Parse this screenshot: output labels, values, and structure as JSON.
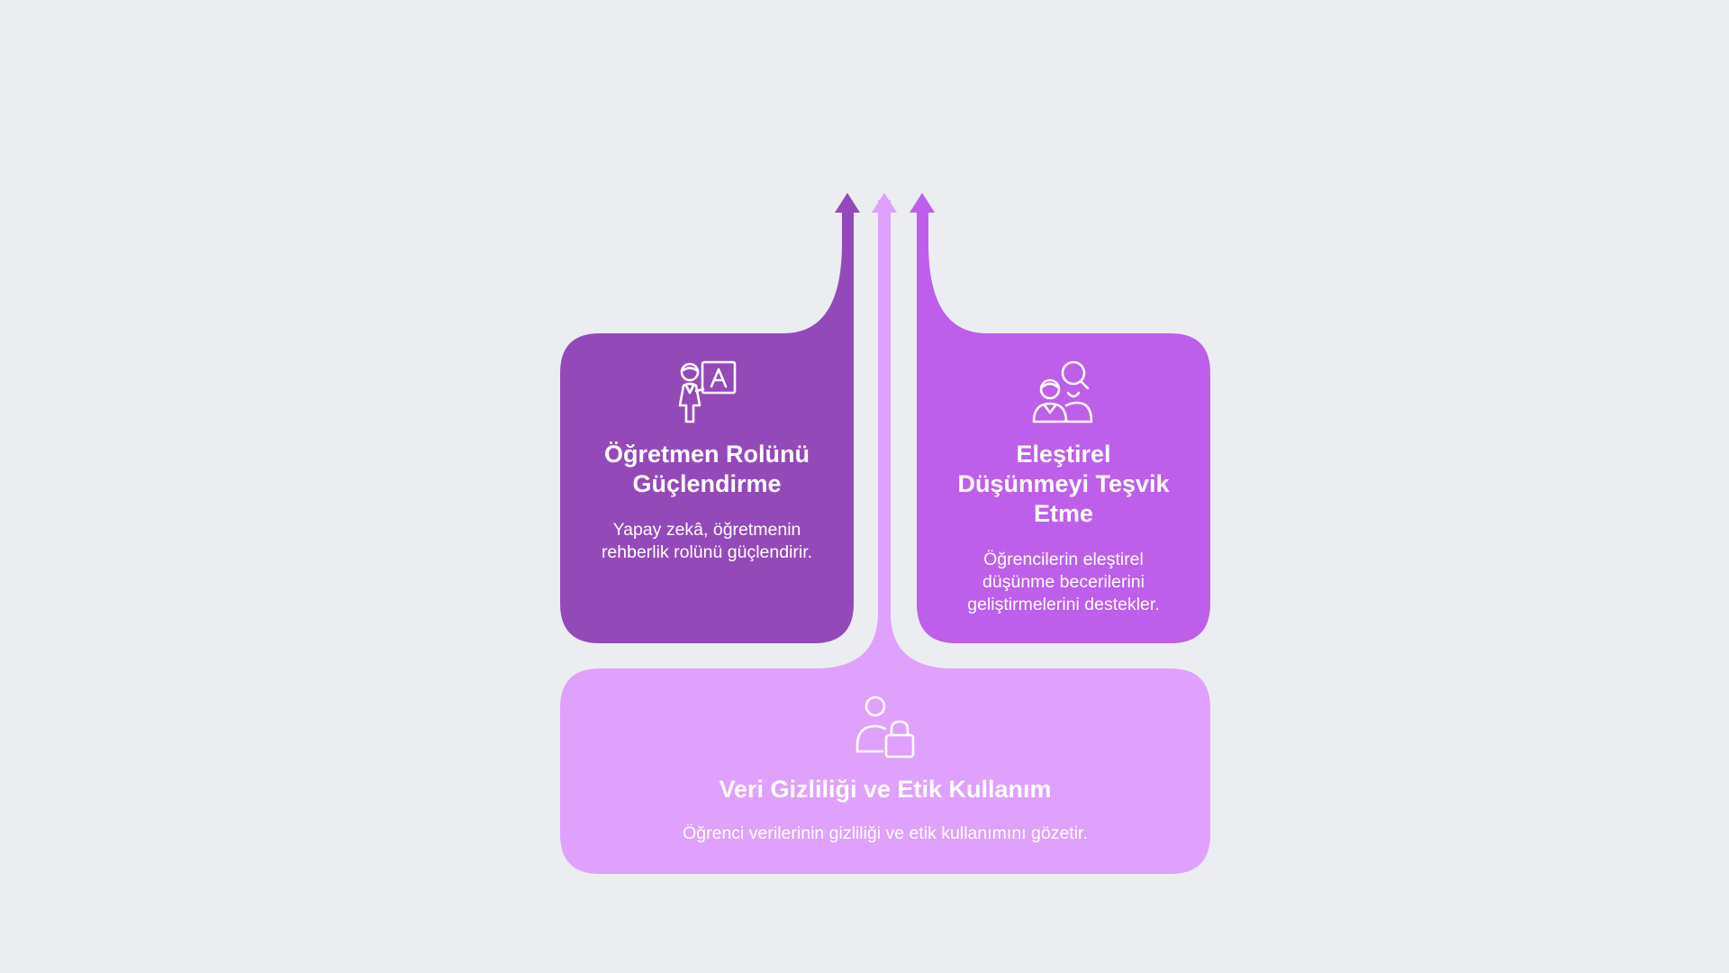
{
  "colors": {
    "background": "#ecedf1",
    "teacher": "#9449b9",
    "critical": "#bd5fea",
    "privacy": "#dfa1fb",
    "text": "#ffffff"
  },
  "cards": {
    "teacher": {
      "icon": "teacher-board-icon",
      "title": "Öğretmen Rolünü Güçlendirme",
      "description": "Yapay zekâ, öğretmenin rehberlik rolünü güçlendirir."
    },
    "critical": {
      "icon": "students-search-icon",
      "title": "Eleştirel Düşünmeyi Teşvik Etme",
      "description": "Öğrencilerin eleştirel düşünme becerilerini geliştirmelerini destekler."
    },
    "privacy": {
      "icon": "user-lock-icon",
      "title": "Veri Gizliliği ve Etik Kullanım",
      "description": "Öğrenci verilerinin gizliliği ve etik kullanımını gözetir."
    }
  }
}
